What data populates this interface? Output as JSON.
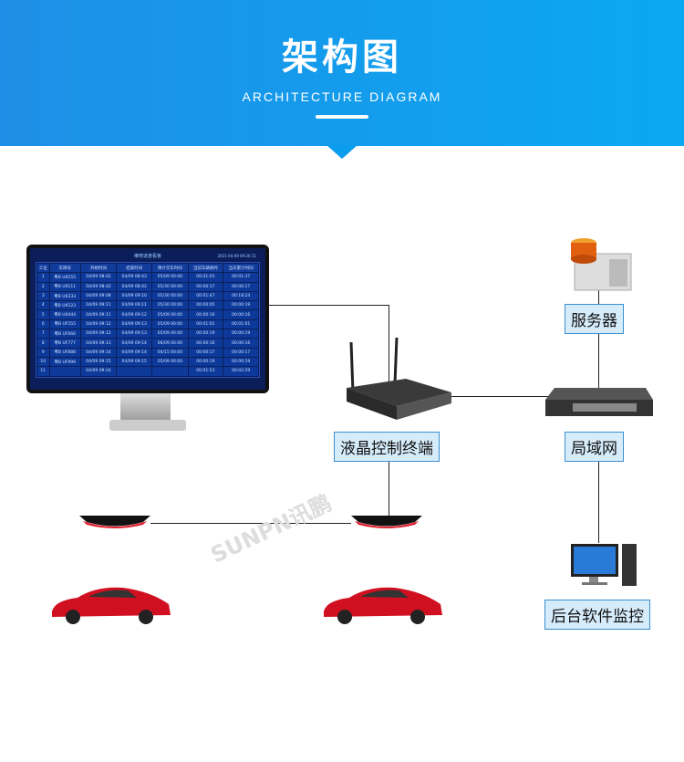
{
  "header": {
    "title": "架构图",
    "subtitle": "ARCHITECTURE DIAGRAM"
  },
  "nodes": {
    "server": "服务器",
    "terminal": "液晶控制终端",
    "lan": "局域网",
    "monitor_pc": "后台软件监控"
  },
  "watermark": "SUNPN讯鹏",
  "board": {
    "title": "维修进度看板",
    "datetime": "2021-04-09 09:26:11",
    "headers": [
      "工位",
      "车牌号",
      "开始时间",
      "结束时间",
      "预计交车时间",
      "当前车辆耗时",
      "当天累计时间"
    ],
    "rows": [
      [
        "1",
        "粤B UK555",
        "04/09 08:42",
        "04/09 08:43",
        "05/09 00:00",
        "00:01:01",
        "00:01:37"
      ],
      [
        "2",
        "粤B UK111",
        "04/09 08:42",
        "04/09 08:42",
        "05/30 00:00",
        "00:00:17",
        "00:00:17"
      ],
      [
        "3",
        "粤B UK333",
        "04/09 09:08",
        "04/09 09:10",
        "05/30 00:00",
        "00:01:47",
        "00:18:24"
      ],
      [
        "4",
        "粤B UK123",
        "04/09 09:11",
        "04/09 09:11",
        "05/30 00:00",
        "00:00:05",
        "00:00:19"
      ],
      [
        "5",
        "粤B UK444",
        "04/09 09:11",
        "04/09 09:12",
        "05/09 00:00",
        "00:00:16",
        "00:00:16"
      ],
      [
        "6",
        "粤B UF555",
        "04/09 09:12",
        "04/09 09:13",
        "05/09 00:00",
        "00:01:01",
        "00:01:01"
      ],
      [
        "7",
        "粤B UF666",
        "04/09 09:12",
        "04/09 09:13",
        "05/09 00:00",
        "00:00:19",
        "00:00:19"
      ],
      [
        "8",
        "粤B UF777",
        "04/09 09:13",
        "04/09 09:14",
        "06/09 00:00",
        "00:00:16",
        "00:00:16"
      ],
      [
        "9",
        "粤B UF888",
        "04/09 09:14",
        "04/09 09:14",
        "04/15 00:00",
        "00:00:17",
        "00:00:17"
      ],
      [
        "10",
        "粤B UF999",
        "04/09 09:15",
        "04/09 09:15",
        "05/09 00:00",
        "00:00:19",
        "00:00:19"
      ],
      [
        "11",
        "",
        "04/09 09:24",
        "",
        "",
        "00:01:53",
        "00:02:29"
      ]
    ]
  }
}
